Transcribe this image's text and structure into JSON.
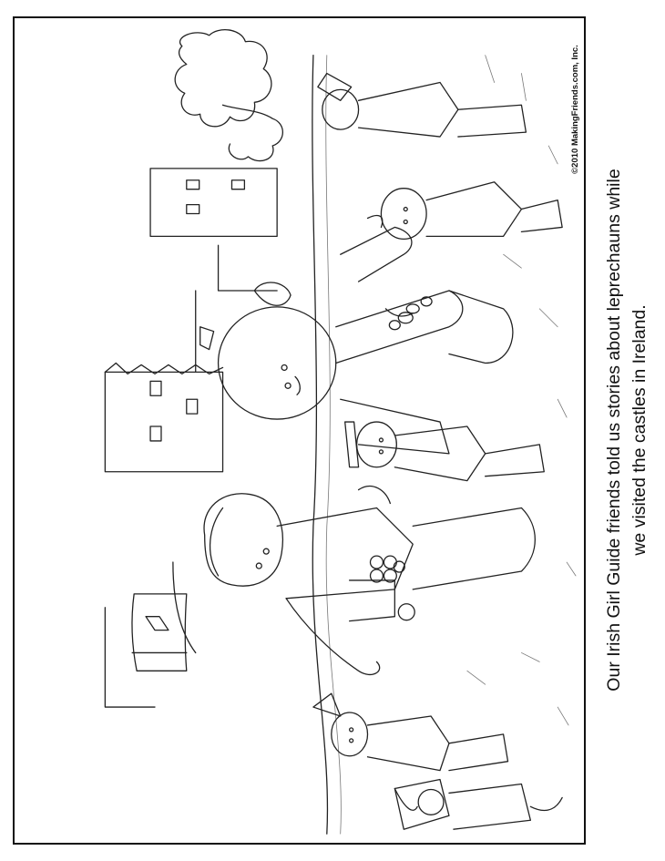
{
  "page": {
    "type": "coloring-page",
    "orientation": "rotated-landscape"
  },
  "caption": {
    "line1": "Our Irish Girl Guide friends told us stories about leprechauns while",
    "line2": "we visited the castles in Ireland."
  },
  "copyright": "©2010 MakingFriends.com, Inc.",
  "illustration": {
    "elements": [
      "castle",
      "tree",
      "girl-guide-left",
      "girl-guide-center",
      "leprechaun-small-center",
      "leprechauns",
      "grass-field"
    ]
  }
}
